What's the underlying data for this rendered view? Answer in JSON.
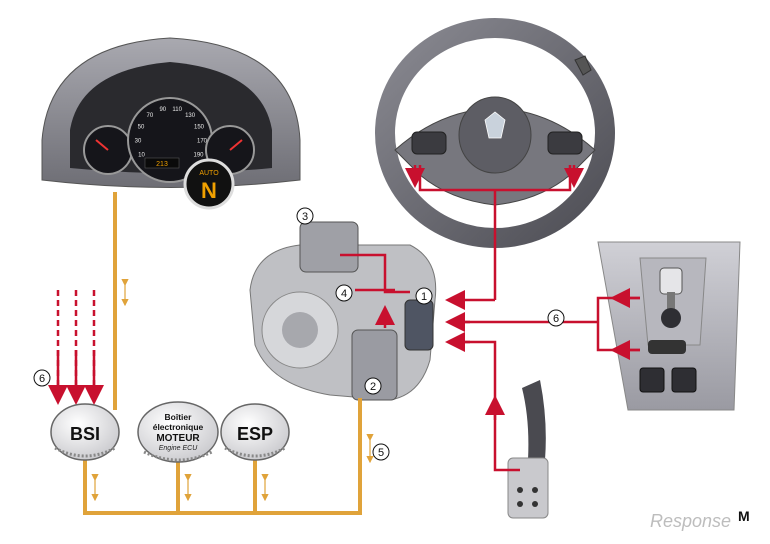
{
  "modules": {
    "bsi": "BSI",
    "engine_ecu_line1": "Boîtier",
    "engine_ecu_line2": "électronique",
    "engine_ecu_line3": "MOTEUR",
    "engine_ecu_line4": "Engine ECU",
    "esp": "ESP"
  },
  "callouts": [
    "1",
    "2",
    "3",
    "4",
    "5",
    "6",
    "6"
  ],
  "dashboard": {
    "gear_display_mode": "AUTO",
    "gear_display_value": "N",
    "speedo_ticks": [
      "10",
      "30",
      "50",
      "70",
      "90",
      "110",
      "130",
      "150",
      "170",
      "190"
    ],
    "odometer": "213"
  },
  "watermark": {
    "brand": "Response",
    "mark": "M"
  },
  "colors": {
    "red_signal": "#c8102e",
    "orange_bus": "#e0a33a",
    "dash_grey": "#8a8a90",
    "wheel_grey": "#6c6c72"
  }
}
